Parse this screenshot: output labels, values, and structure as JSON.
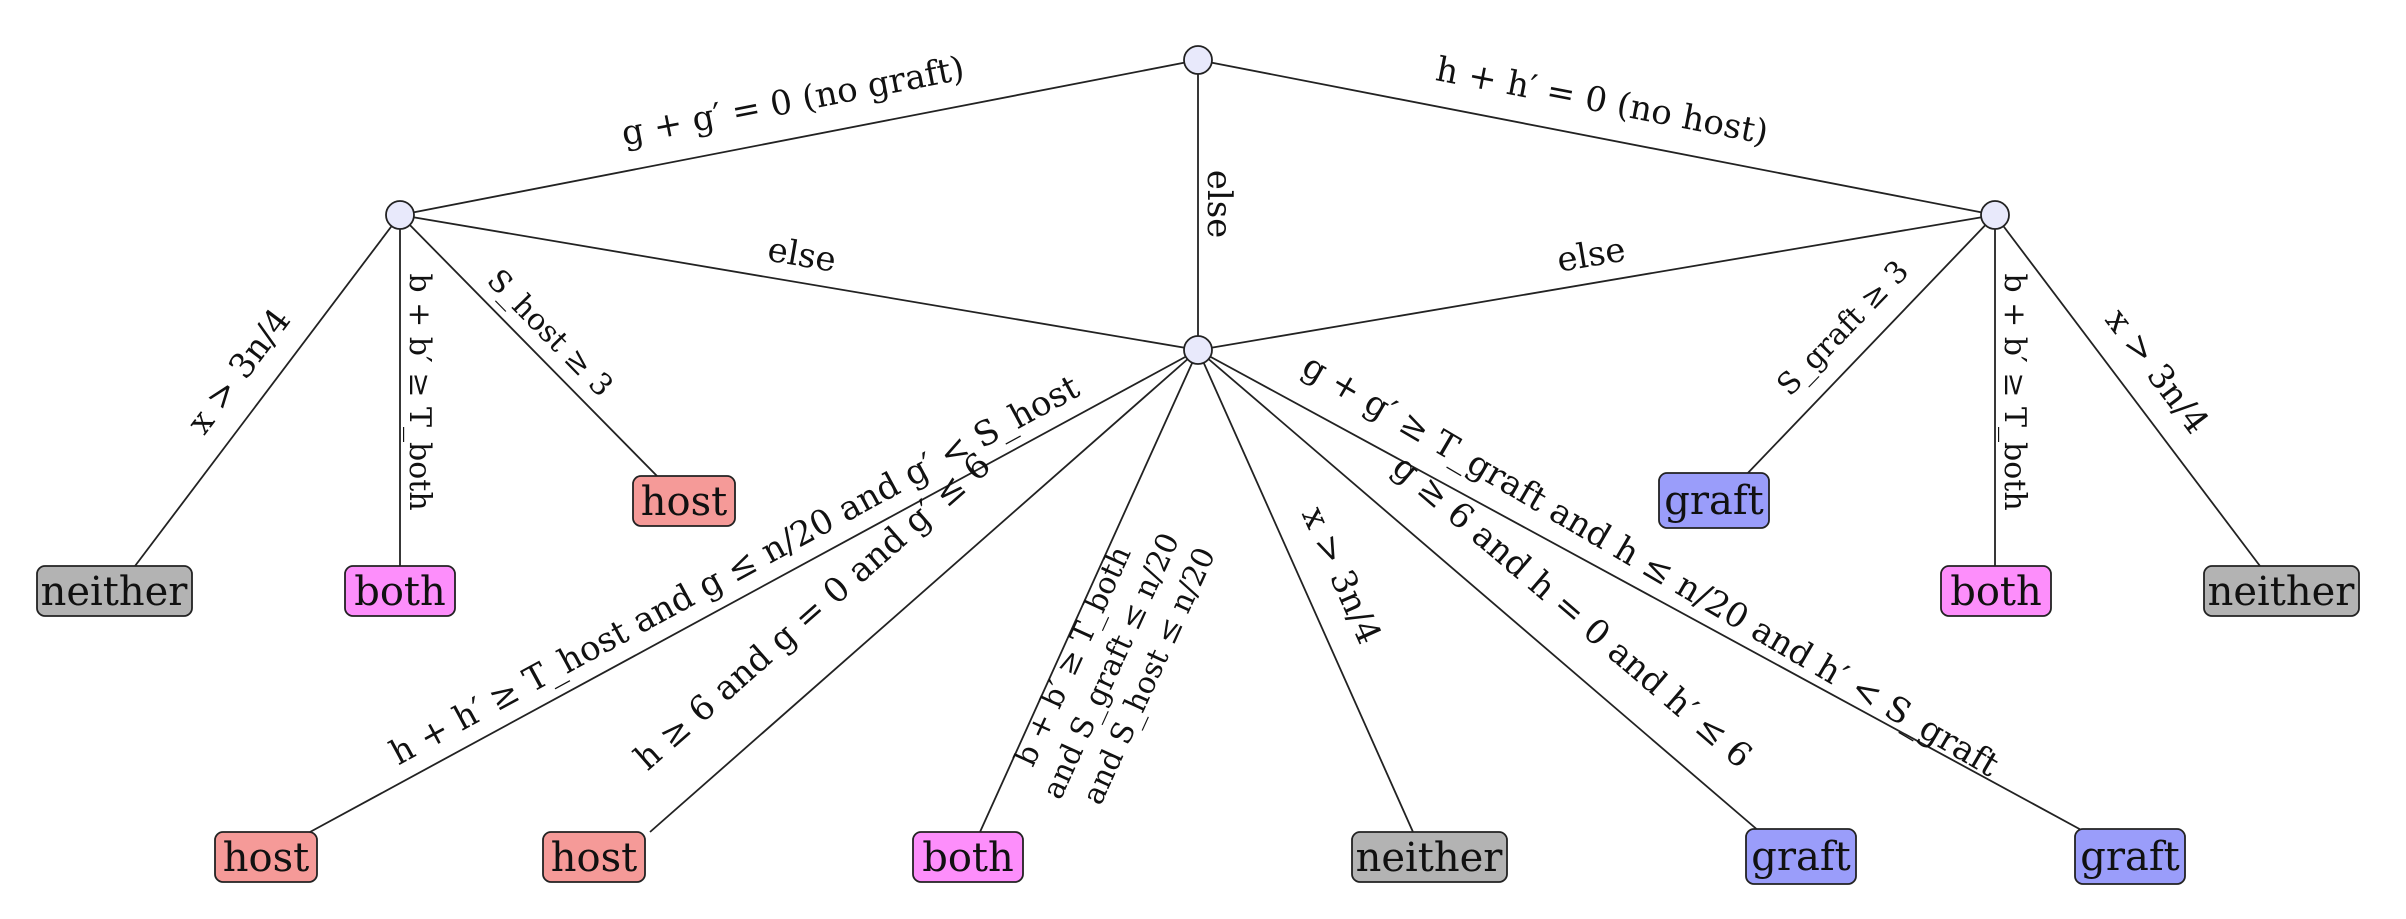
{
  "edges": {
    "top_left": "g + g′ = 0 (no graft)",
    "top_right": "h + h′ = 0 (no host)",
    "top_center": "else",
    "left_center": "else",
    "right_center": "else",
    "left_neither": "x > 3n/4",
    "left_both": "b + b′ ≥ T_both",
    "left_host": "S_host ≥ 3",
    "right_graft": "S_graft ≥ 3",
    "right_both": "b + b′ ≥ T_both",
    "right_neither": "x > 3n/4",
    "center_host1": "h + h′ ≥ T_host  and g ≤ n/20  and g′ < S_host",
    "center_host2": "h ≥ 6  and g = 0  and g′ ≤ 6",
    "center_both_line1": "b + b′ ≥ T_both",
    "center_both_line2": "and S_graft ≤ n/20",
    "center_both_line3": "and S_host ≤ n/20",
    "center_neither": "x > 3n/4",
    "center_graft1": "g ≥ 6  and h = 0  and h′ ≤ 6",
    "center_graft2": "g + g′ ≥ T_graft  and h ≤ n/20  and h′ < S_graft"
  },
  "leaves": {
    "l_neither": "neither",
    "l_both": "both",
    "l_host": "host",
    "r_graft": "graft",
    "r_both": "both",
    "r_neither": "neither",
    "c_host1": "host",
    "c_host2": "host",
    "c_both": "both",
    "c_neither": "neither",
    "c_graft1": "graft",
    "c_graft2": "graft"
  },
  "colors": {
    "host": "#f59a98",
    "both": "#fd8efb",
    "graft": "#9a9dfa",
    "neither": "#b3b3b3",
    "node": "#e8e9fb"
  }
}
